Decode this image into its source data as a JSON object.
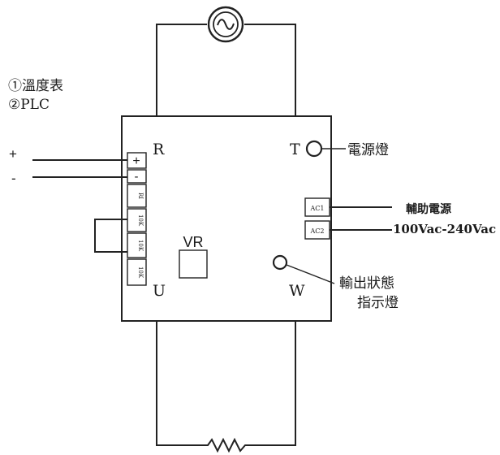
{
  "legend": {
    "item1": "①溫度表",
    "item2": "②PLC"
  },
  "input": {
    "plus": "+",
    "minus": "-"
  },
  "terminals": {
    "plus": "+",
    "minus": "-",
    "t3": "RI",
    "t4": "10K",
    "t5": "10K",
    "t6": "10K"
  },
  "corners": {
    "R": "R",
    "T": "T",
    "U": "U",
    "W": "W"
  },
  "vr_label": "VR",
  "power_lamp_label": "電源燈",
  "aux_power": {
    "title": "輔助電源",
    "range": "100Vac-240Vac",
    "ac1": "AC1",
    "ac2": "AC2"
  },
  "output_lamp_label": {
    "line1": "輸出狀態",
    "line2": "指示燈"
  },
  "symbols": {
    "source": "ac-source-icon",
    "load": "resistor-icon"
  }
}
